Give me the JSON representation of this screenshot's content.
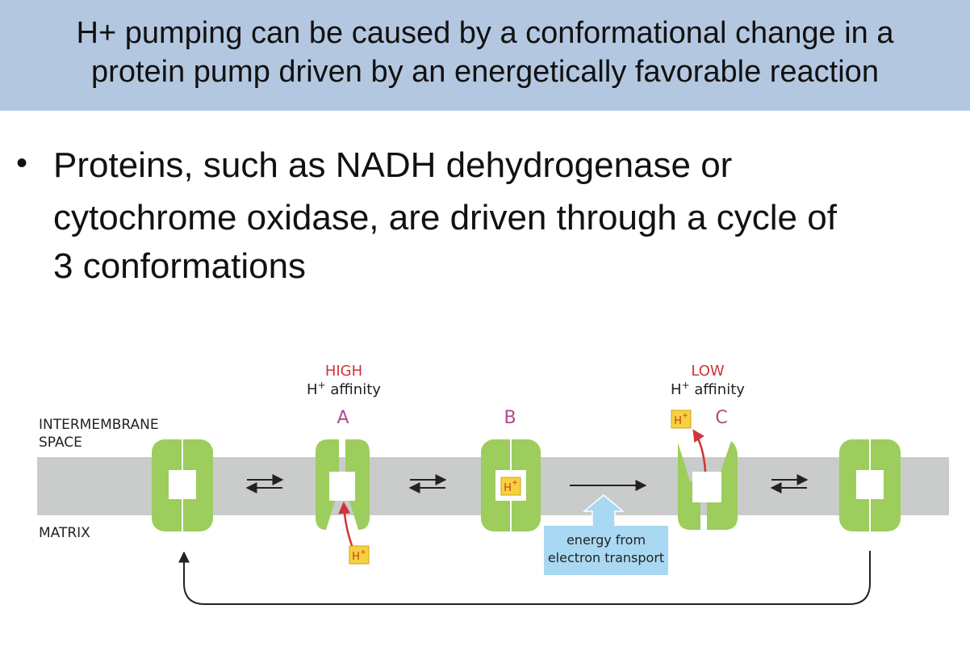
{
  "title": {
    "line1": "H+ pumping can be caused by a conformational change in a",
    "line2": "protein pump driven by an energetically favorable reaction"
  },
  "bullet": {
    "line1": "Proteins, such as NADH dehydrogenase or",
    "line2": "cytochrome oxidase, are driven through a cycle of",
    "line3": "3 conformations"
  },
  "diagram": {
    "intermembrane_label_1": "INTERMEMBRANE",
    "intermembrane_label_2": "SPACE",
    "matrix_label": "MATRIX",
    "high_label": "HIGH",
    "low_label": "LOW",
    "affinity_prefix": "H",
    "affinity_sup": "+",
    "affinity_suffix": " affinity",
    "state_a": "A",
    "state_b": "B",
    "state_c": "C",
    "proton_main": "H",
    "proton_sup": "+",
    "energy_line1": "energy from",
    "energy_line2": "electron transport",
    "colors": {
      "membrane": "#c9cccb",
      "protein": "#9ccd5d",
      "high_low": "#d0343a",
      "state_letter": "#b04a8e",
      "proton_box": "#f6d23c",
      "energy_box": "#a9d8f2",
      "title_bar": "#b4c7e0"
    }
  }
}
